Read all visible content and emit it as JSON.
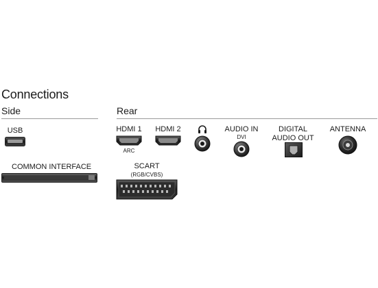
{
  "title": "Connections",
  "side": {
    "label": "Side",
    "usb_label": "USB",
    "ci_label": "COMMON INTERFACE"
  },
  "rear": {
    "label": "Rear",
    "hdmi1_label": "HDMI 1",
    "hdmi1_sub": "ARC",
    "hdmi2_label": "HDMI 2",
    "audio_in_label": "AUDIO IN",
    "audio_in_sub": "DVI",
    "digital_line1": "DIGITAL",
    "digital_line2": "AUDIO OUT",
    "antenna_label": "ANTENNA",
    "scart_label": "SCART",
    "scart_sub": "(RGB/CVBS)"
  },
  "icons": [
    "usb-port-icon",
    "common-interface-slot-icon",
    "hdmi-port-icon",
    "headphone-symbol-icon",
    "minijack-port-icon",
    "optical-port-icon",
    "antenna-port-icon",
    "scart-port-icon"
  ]
}
